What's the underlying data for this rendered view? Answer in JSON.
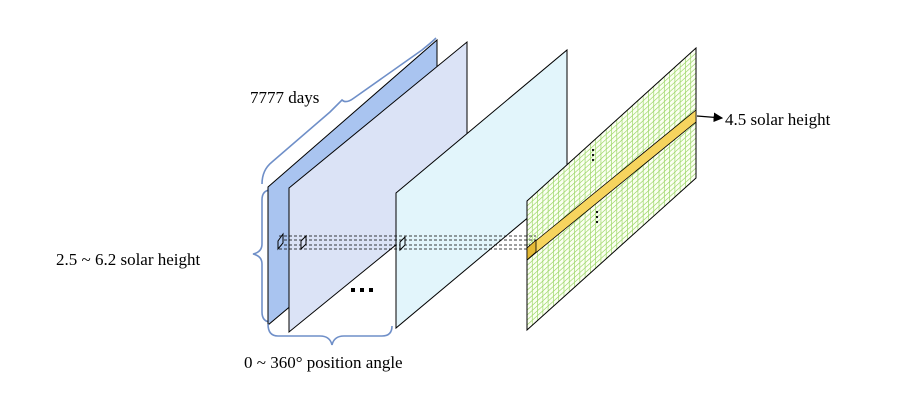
{
  "labels": {
    "days": "7777 days",
    "vertical_range": "2.5 ~ 6.2 solar height",
    "horizontal_range": "0 ~ 360° position angle",
    "selected_height": "4.5 solar height",
    "ellipsis": "..."
  },
  "colors": {
    "front_panel": "#a9c4f0",
    "second_panel": "#dbe3f6",
    "third_panel": "#e2f5fb",
    "grid_panel": "#fbfff2",
    "grid_lines": "#9fd86b",
    "highlight_band": "#f6d45e",
    "brace": "#6f8fc8",
    "outline": "#000000"
  }
}
